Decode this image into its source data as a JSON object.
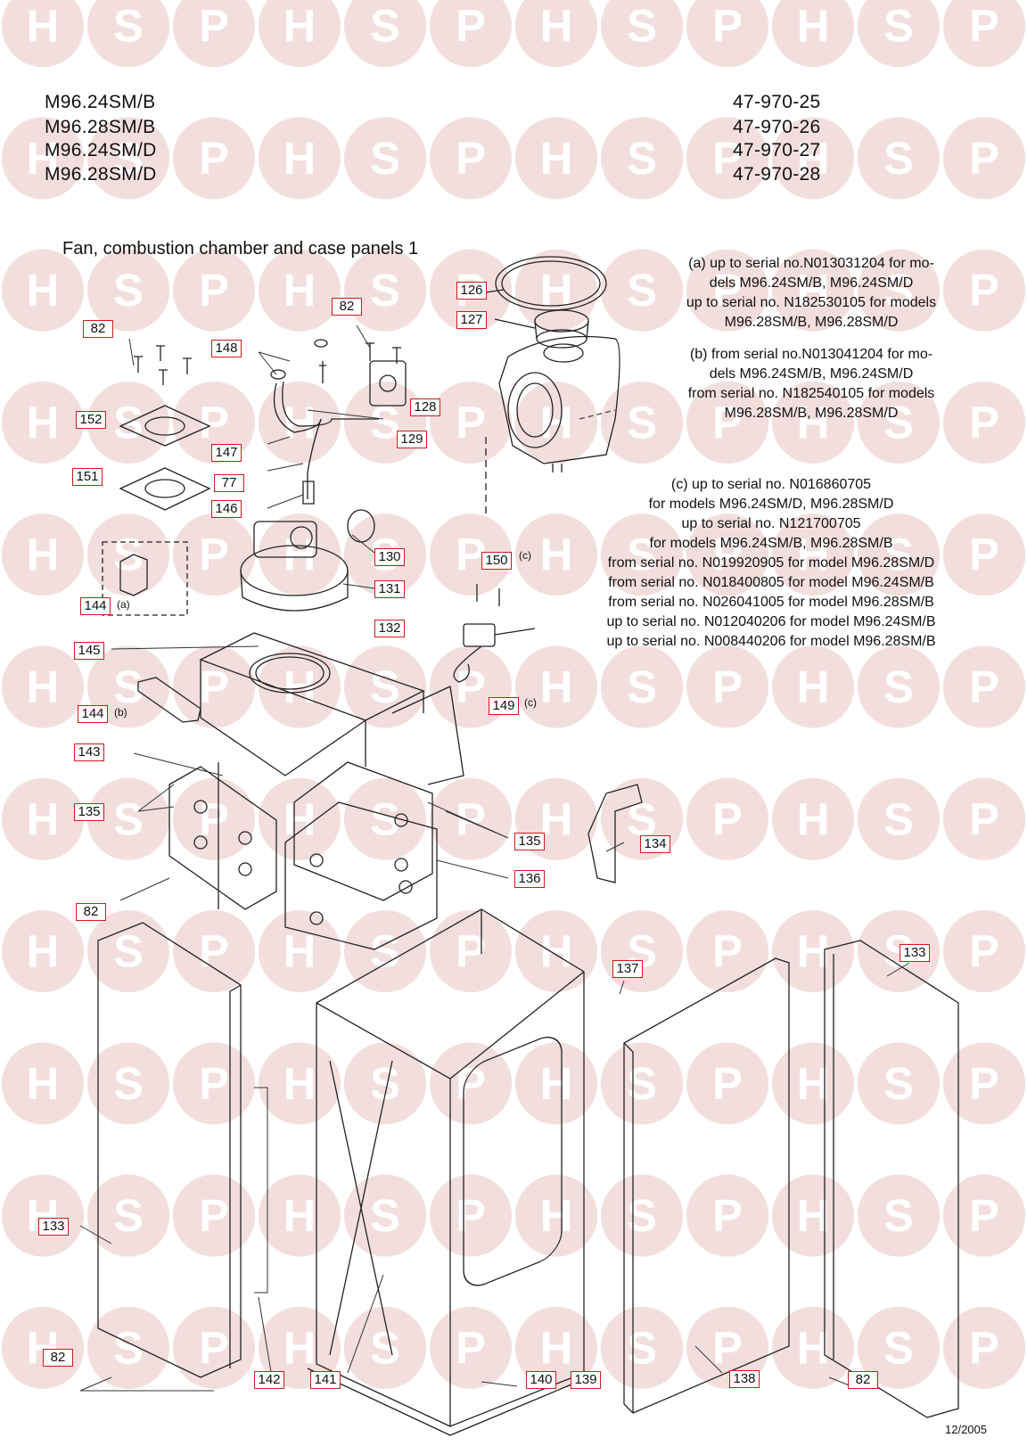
{
  "header": {
    "models": [
      "M96.24SM/B",
      "M96.28SM/B",
      "M96.24SM/D",
      "M96.28SM/D"
    ],
    "part_numbers": [
      "47-970-25",
      "47-970-26",
      "47-970-27",
      "47-970-28"
    ]
  },
  "title": "Fan, combustion chamber and case panels 1",
  "notes": {
    "a": [
      "(a) up to serial no.N013031204 for mo-",
      "dels M96.24SM/B, M96.24SM/D",
      "up to serial no. N182530105 for models",
      "M96.28SM/B, M96.28SM/D"
    ],
    "b": [
      "(b) from serial no.N013041204  for mo-",
      "dels M96.24SM/B, M96.24SM/D",
      "from serial no. N182540105  for models",
      "M96.28SM/B, M96.28SM/D"
    ],
    "c": [
      "(c) up to serial no. N016860705",
      "for models M96.24SM/D, M96.28SM/D",
      "up to serial no. N121700705",
      "for models M96.24SM/B, M96.28SM/B",
      "from serial no. N019920905 for model M96.28SM/D",
      "from serial no. N018400805 for model M96.24SM/B",
      "from serial no. N026041005 for model M96.28SM/B",
      "up to serial no. N012040206 for model M96.24SM/B",
      "up to serial no. N008440206 for model M96.28SM/B"
    ]
  },
  "callouts": [
    {
      "label": "126"
    },
    {
      "label": "127"
    },
    {
      "label": "82"
    },
    {
      "label": "82"
    },
    {
      "label": "148"
    },
    {
      "label": "128"
    },
    {
      "label": "129"
    },
    {
      "label": "152"
    },
    {
      "label": "147"
    },
    {
      "label": "77"
    },
    {
      "label": "151"
    },
    {
      "label": "146"
    },
    {
      "label": "130"
    },
    {
      "label": "131"
    },
    {
      "label": "150"
    },
    {
      "label": "144"
    },
    {
      "label": "145"
    },
    {
      "label": "132"
    },
    {
      "label": "144"
    },
    {
      "label": "149"
    },
    {
      "label": "143"
    },
    {
      "label": "135"
    },
    {
      "label": "135"
    },
    {
      "label": "134"
    },
    {
      "label": "136"
    },
    {
      "label": "82"
    },
    {
      "label": "137"
    },
    {
      "label": "133"
    },
    {
      "label": "133"
    },
    {
      "label": "82"
    },
    {
      "label": "142"
    },
    {
      "label": "141"
    },
    {
      "label": "140"
    },
    {
      "label": "139"
    },
    {
      "label": "138"
    },
    {
      "label": "82"
    }
  ],
  "superscripts": {
    "a": "(a)",
    "b": "(b)",
    "c1": "(c)",
    "c2": "(c)"
  },
  "footer_date": "12/2005",
  "watermark": {
    "letters": [
      "H",
      "S",
      "P"
    ],
    "colors": {
      "circle": "#f3dede",
      "letter_h": "#ffffff",
      "letter_s": "#ffffff",
      "accent": "#d11a1a"
    }
  }
}
